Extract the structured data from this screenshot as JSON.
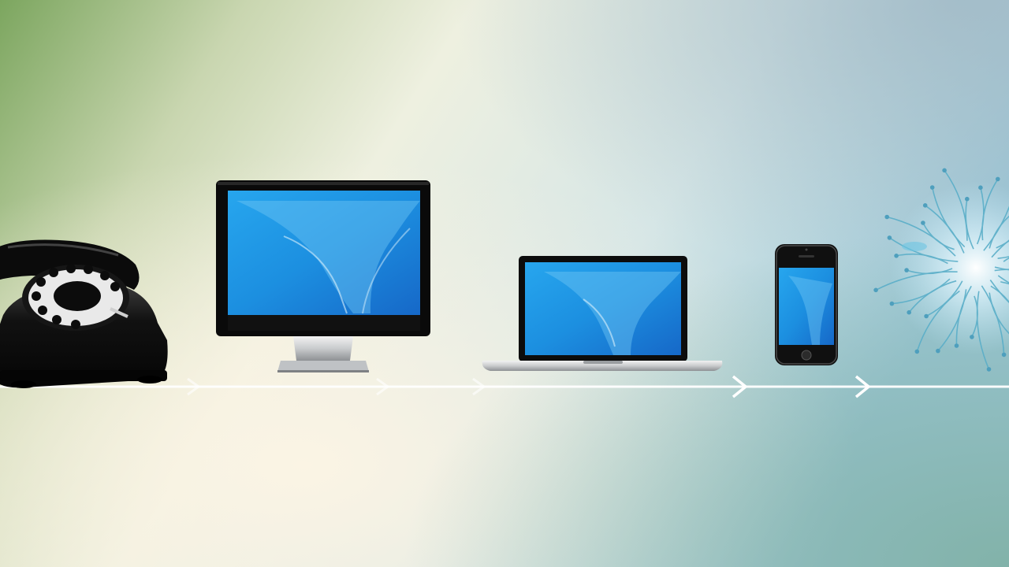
{
  "scene": {
    "items": [
      {
        "id": "rotary-phone",
        "icon": "rotary-phone-icon"
      },
      {
        "id": "desktop-monitor",
        "icon": "monitor-icon"
      },
      {
        "id": "laptop",
        "icon": "laptop-icon"
      },
      {
        "id": "smartphone",
        "icon": "smartphone-icon"
      },
      {
        "id": "network-burst",
        "icon": "network-burst-icon"
      }
    ],
    "timeline_arrows": 5,
    "colors": {
      "background_left": "#7ea862",
      "background_center": "#f3efe2",
      "background_right": "#9fc9d8",
      "screen_blue": "#1e8fe0",
      "device_black": "#0d0d0d",
      "timeline": "#ffffff",
      "network_lines": "#5aaec8"
    }
  }
}
